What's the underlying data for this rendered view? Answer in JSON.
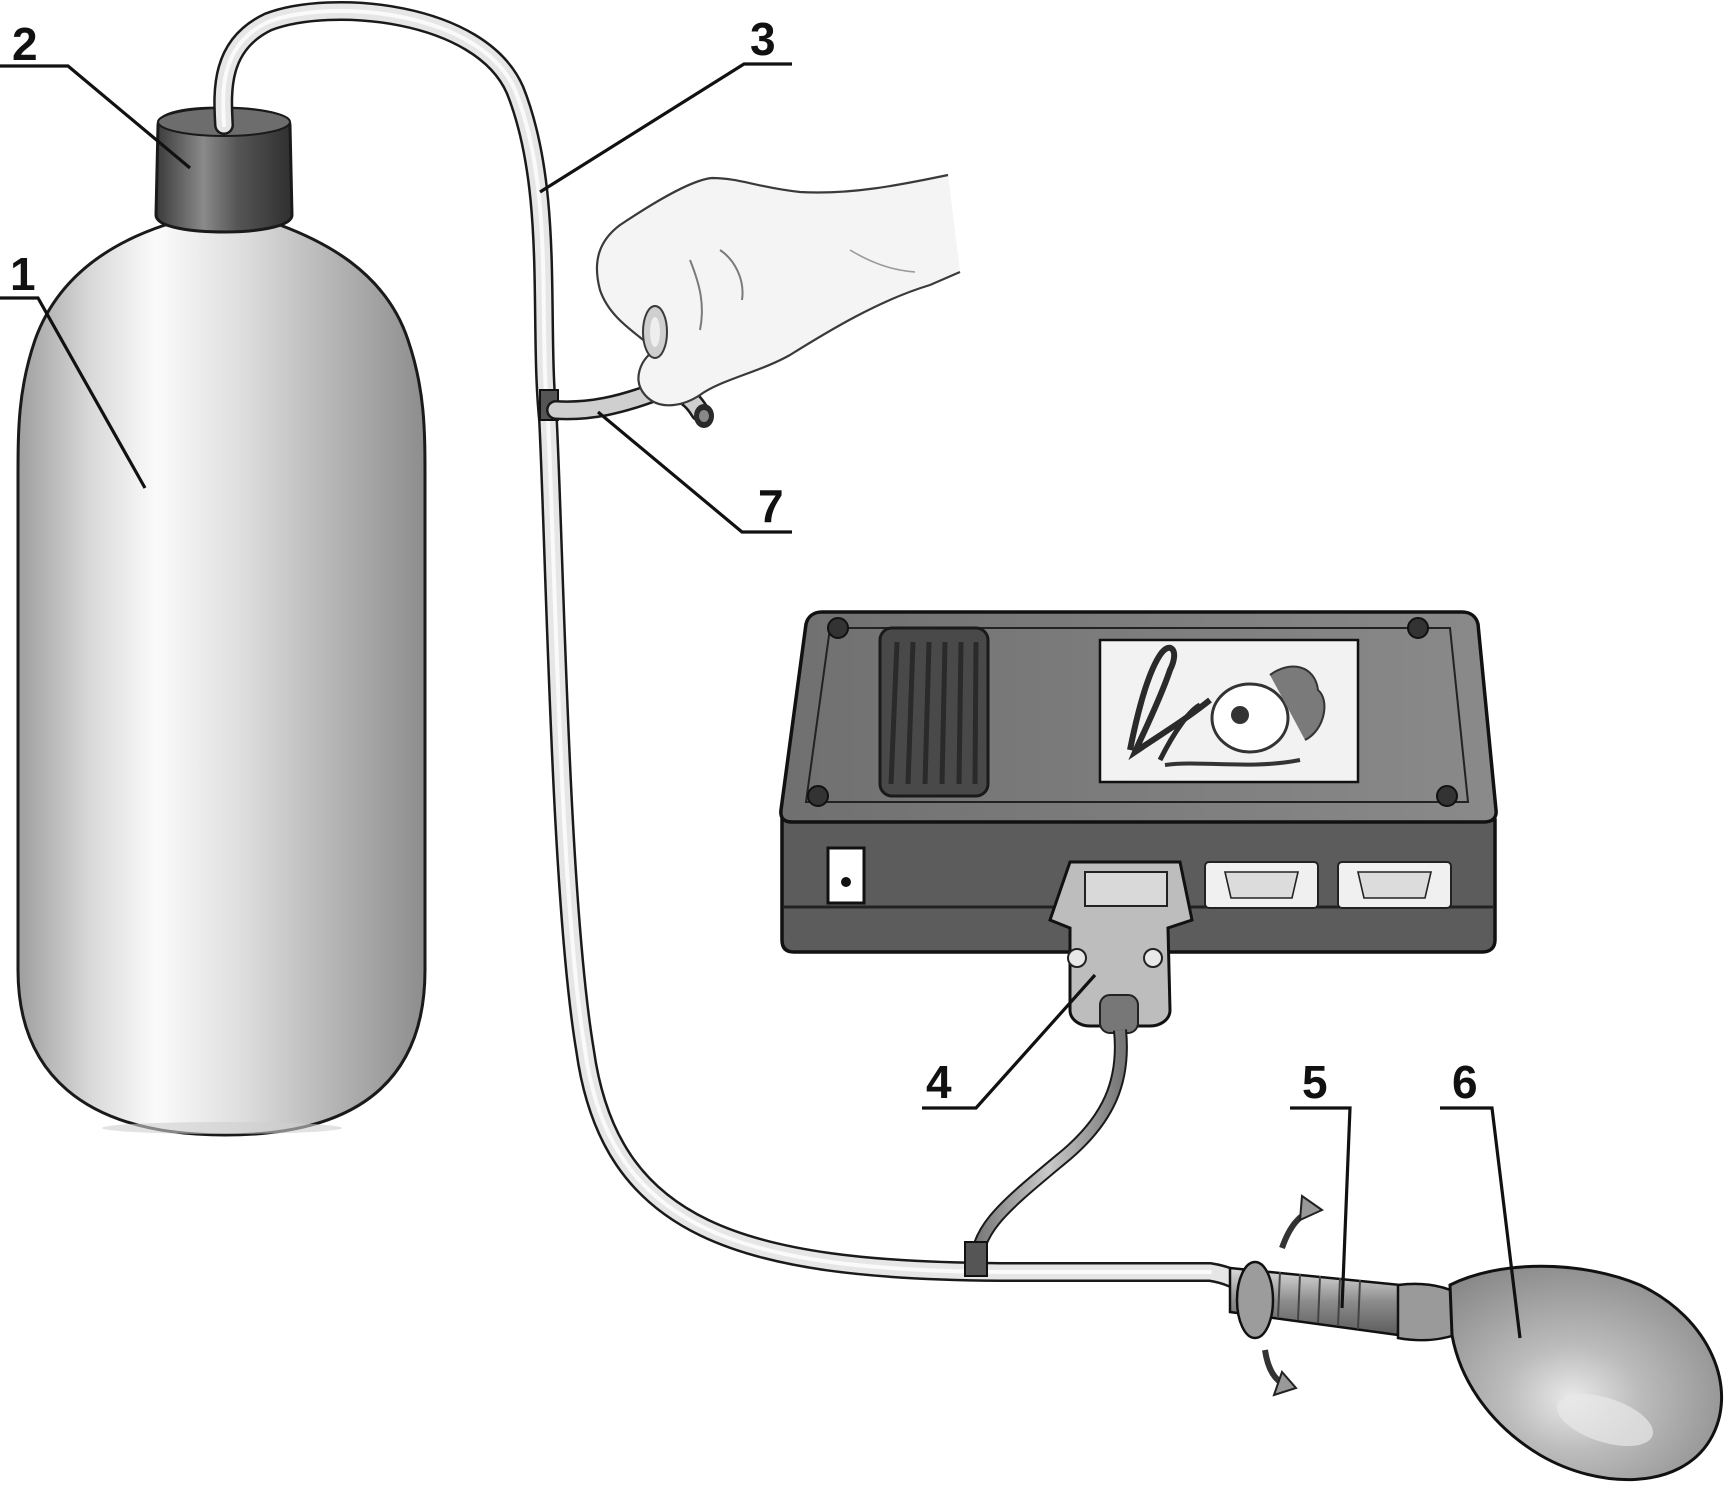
{
  "callouts": [
    {
      "id": "1",
      "label": "1"
    },
    {
      "id": "2",
      "label": "2"
    },
    {
      "id": "3",
      "label": "3"
    },
    {
      "id": "4",
      "label": "4"
    },
    {
      "id": "5",
      "label": "5"
    },
    {
      "id": "6",
      "label": "6"
    },
    {
      "id": "7",
      "label": "7"
    }
  ],
  "colors": {
    "bottle_light": "#f4f4f4",
    "bottle_dark": "#9a9a9a",
    "cap": "#5a5a5a",
    "box_top": "#7c7c7c",
    "box_front": "#5e5e5e",
    "label_bg": "#f2f2f2",
    "bulb": "#a9a9a9",
    "tube": "#e2e2e2",
    "ink": "#111111"
  },
  "icons": {
    "bottle": "gas-cylinder-icon",
    "cap": "cylinder-cap-icon",
    "device": "sensor-box-icon",
    "connector": "db9-connector-icon",
    "valve": "screw-valve-icon",
    "bulb": "rubber-bulb-icon",
    "hand": "hand-pinch-icon",
    "logo": "logo-icon"
  }
}
